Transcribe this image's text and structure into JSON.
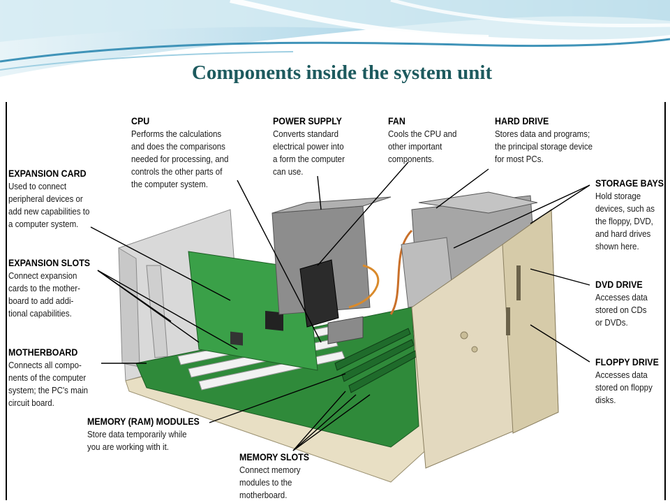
{
  "slide": {
    "title": "Components inside the system unit",
    "colors": {
      "title": "#1d5a5e",
      "wave_light": "#cfe7f1",
      "wave_mid": "#8ec6dd",
      "wave_dark": "#3f93b8",
      "board": "#2f8a3a",
      "case": "#e3d9bf",
      "drive": "#a6a6a6"
    }
  },
  "labels": {
    "cpu": {
      "name": "CPU",
      "desc": "Performs the calculations\nand does the comparisons\nneeded for processing, and\ncontrols the other parts of\nthe computer system."
    },
    "power_supply": {
      "name": "POWER SUPPLY",
      "desc": "Converts standard\nelectrical power into\na form the computer\ncan use."
    },
    "fan": {
      "name": "FAN",
      "desc": "Cools the CPU and\nother important\ncomponents."
    },
    "hard_drive": {
      "name": "HARD DRIVE",
      "desc": "Stores data and programs;\nthe principal storage device\nfor most PCs."
    },
    "expansion_card": {
      "name": "EXPANSION CARD",
      "desc": "Used to connect\nperipheral devices or\nadd new capabilities to\na computer system."
    },
    "expansion_slots": {
      "name": "EXPANSION SLOTS",
      "desc": "Connect expansion\ncards to the mother-\nboard to add addi-\ntional capabilities."
    },
    "motherboard": {
      "name": "MOTHERBOARD",
      "desc": "Connects all compo-\nnents of the computer\nsystem; the PC's main\ncircuit board."
    },
    "memory_modules": {
      "name": "MEMORY (RAM) MODULES",
      "desc": "Store data temporarily while\nyou are working with it."
    },
    "memory_slots": {
      "name": "MEMORY SLOTS",
      "desc": "Connect memory\nmodules to the\nmotherboard."
    },
    "storage_bays": {
      "name": "STORAGE BAYS",
      "desc": "Hold storage\ndevices, such as\nthe floppy, DVD,\nand hard drives\nshown here."
    },
    "dvd_drive": {
      "name": "DVD DRIVE",
      "desc": "Accesses data\nstored on CDs\nor DVDs."
    },
    "floppy_drive": {
      "name": "FLOPPY DRIVE",
      "desc": "Accesses data\nstored on floppy\ndisks."
    }
  }
}
